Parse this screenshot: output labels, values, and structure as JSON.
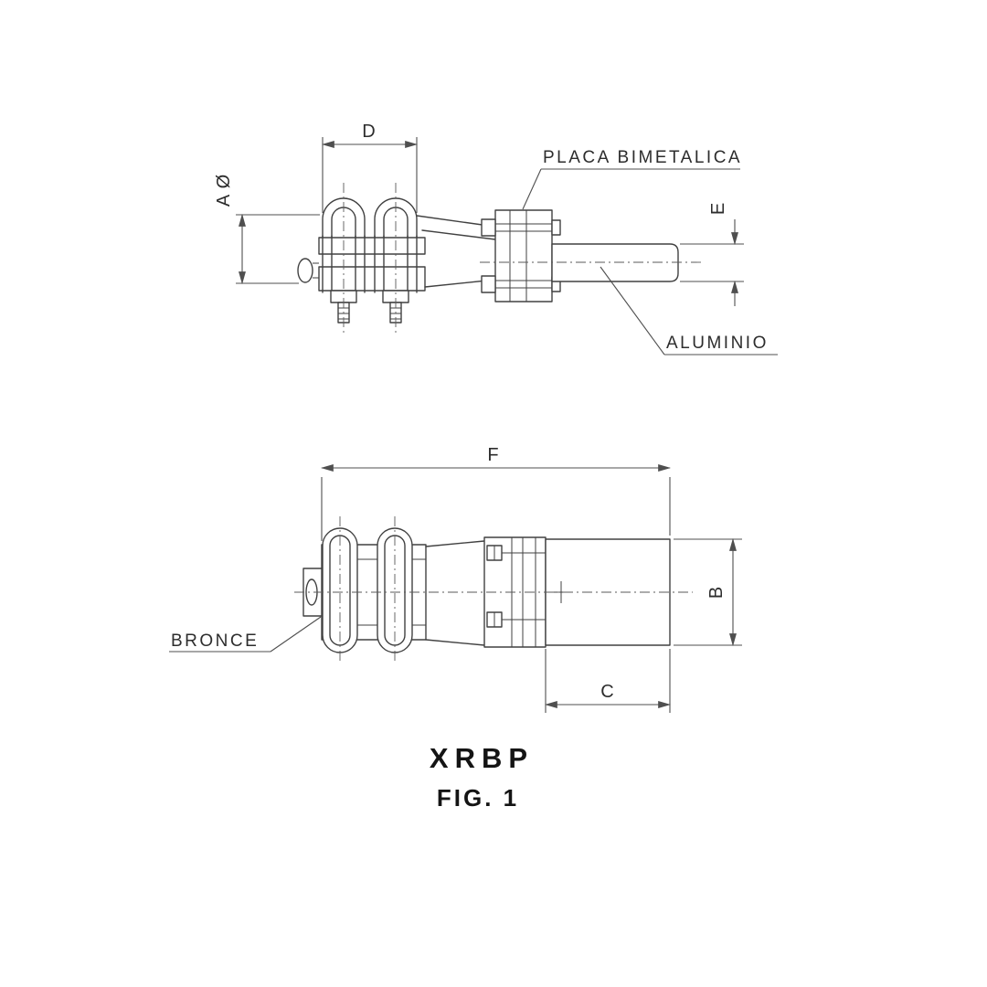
{
  "figure": {
    "model": "XRBP",
    "caption": "FIG. 1"
  },
  "callouts": {
    "placa_bimetalica": "PLACA BIMETALICA",
    "aluminio": "ALUMINIO",
    "bronce": "BRONCE"
  },
  "dimensions": {
    "d": "D",
    "a_diameter": "A Ø",
    "e": "E",
    "f": "F",
    "b": "B",
    "c": "C"
  },
  "colors": {
    "background": "#ffffff",
    "drawing_line": "#414141",
    "dimension_line": "#4f4f4f",
    "text": "#2d2d2d",
    "caption_text": "#141414"
  }
}
